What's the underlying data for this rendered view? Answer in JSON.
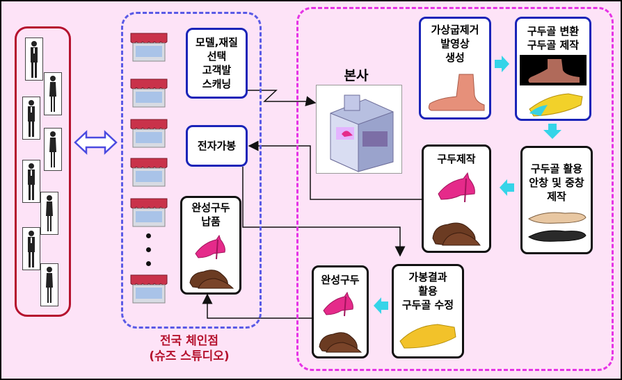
{
  "hq": {
    "title": "본사"
  },
  "chain": {
    "line1": "전국 체인점",
    "line2": "(슈즈 스튜디오)"
  },
  "boxes": {
    "model_select": [
      "모델,재질",
      "선택",
      "고객발",
      "스캐닝"
    ],
    "virtual_fitting": "전자가봉",
    "delivery": [
      "완성구두",
      "납품"
    ],
    "remove_bend": [
      "가상굽제거",
      "발영상",
      "생성"
    ],
    "last_convert": [
      "구두골 변환",
      "구두골 제작"
    ],
    "insole": [
      "구두골 활용",
      "안창 및 중창",
      "제작"
    ],
    "shoe_make": "구두제작",
    "fitting_result": [
      "가봉결과",
      "활용",
      "구두골 수정"
    ],
    "finished": "완성구두"
  },
  "icons": [
    "person-icon",
    "store-icon",
    "shoe-icon",
    "building-icon",
    "foot-icon",
    "arrow-icon"
  ],
  "colors": {
    "background": "#fde3f7",
    "blue_border": "#1a24b8",
    "magenta_dash": "#e633e6",
    "blue_dash": "#5a5ae6",
    "red_border": "#b5122e",
    "chain_text": "#b5122e",
    "cyan_arrow": "#35d4e8"
  }
}
